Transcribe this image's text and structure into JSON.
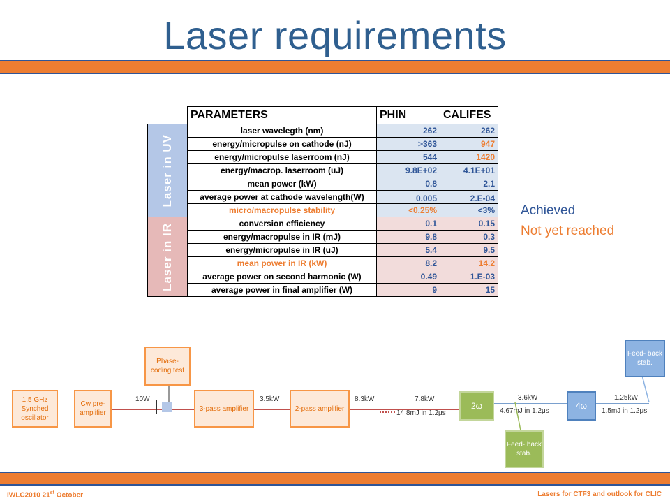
{
  "title": "Laser requirements",
  "table": {
    "headers": [
      "PARAMETERS",
      "PHIN",
      "CALIFES"
    ],
    "groups": [
      {
        "label": "Laser in UV"
      },
      {
        "label": "Laser in IR"
      }
    ],
    "rows": [
      {
        "param": "laser wavelegth (nm)",
        "phin": "262",
        "califes": "262"
      },
      {
        "param": "energy/micropulse on cathode (nJ)",
        "phin": ">363",
        "califes": "947"
      },
      {
        "param": "energy/micropulse laserroom (nJ)",
        "phin": "544",
        "califes": "1420"
      },
      {
        "param": "energy/macrop. laserroom (uJ)",
        "phin": "9.8E+02",
        "califes": "4.1E+01"
      },
      {
        "param": "mean power (kW)",
        "phin": "0.8",
        "califes": "2.1"
      },
      {
        "param": "average power at cathode wavelength(W)",
        "phin": "0.005",
        "califes": "2.E-04"
      },
      {
        "param": "micro/macropulse stability",
        "phin": "<0.25%",
        "califes": "<3%"
      },
      {
        "param": "conversion efficiency",
        "phin": "0.1",
        "califes": "0.15"
      },
      {
        "param": "energy/macropulse in IR (mJ)",
        "phin": "9.8",
        "califes": "0.3"
      },
      {
        "param": "energy/micropulse in IR (uJ)",
        "phin": "5.4",
        "califes": "9.5"
      },
      {
        "param": "mean power in IR (kW)",
        "phin": "8.2",
        "califes": "14.2"
      },
      {
        "param": "average power on second harmonic (W)",
        "phin": "0.49",
        "califes": "1.E-03"
      },
      {
        "param": "average power in final amplifier (W)",
        "phin": "9",
        "califes": "15"
      }
    ]
  },
  "legend": {
    "achieved": "Achieved",
    "not_reached": "Not yet reached"
  },
  "diagram": {
    "osc": "1.5 GHz Synched oscillator",
    "cw": "Cw pre- amplifier",
    "phase": "Phase- coding test",
    "amp3": "3-pass amplifier",
    "amp2": "2-pass amplifier",
    "shg": "2ω",
    "fhg": "4ω",
    "fb1": "Feed- back stab.",
    "fb2": "Feed- back stab.",
    "p10w": "10W",
    "p35": "3.5kW",
    "p83": "8.3kW",
    "p78": "7.8kW",
    "e148": "14.8mJ in 1.2μs",
    "p36": "3.6kW",
    "e467": "4.67mJ in 1.2μs",
    "p125": "1.25kW",
    "e15": "1.5mJ in 1.2μs"
  },
  "footer": {
    "left_main": "IWLC2010  21",
    "left_sup": "st",
    "left_rest": " October",
    "right": "Lasers for CTF3 and outlook for CLIC"
  }
}
